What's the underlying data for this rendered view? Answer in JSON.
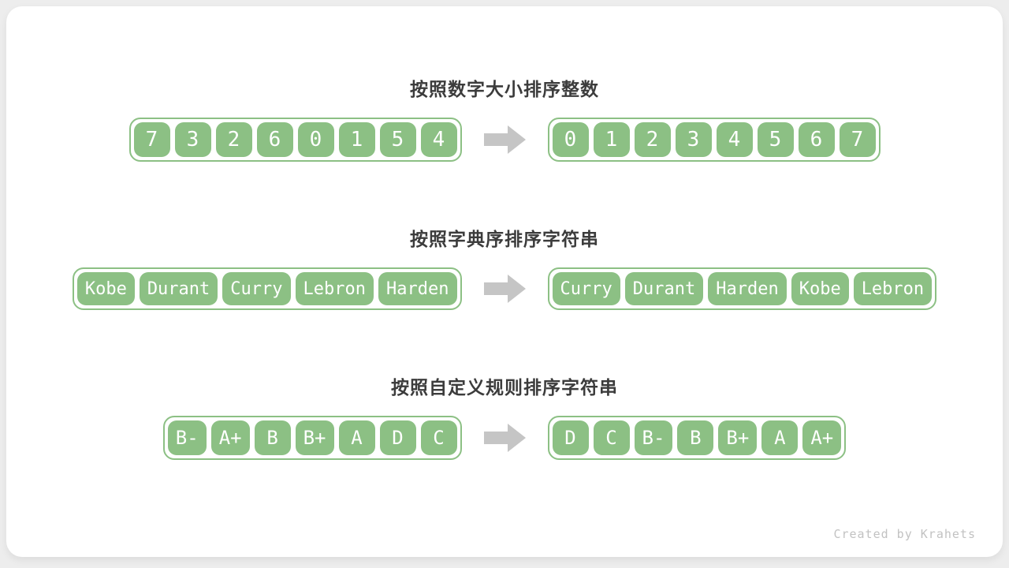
{
  "page": {
    "watermark": "Created by Krahets"
  },
  "colors": {
    "cell_green": "#8cc084",
    "arrow_gray": "#c5c5c5",
    "title_color": "#3c3c3c",
    "watermark_color": "#c2c2c2",
    "page_bg": "#ededed",
    "card_bg": "#ffffff"
  },
  "sections": [
    {
      "title": "按照数字大小排序整数",
      "before": [
        "7",
        "3",
        "2",
        "6",
        "0",
        "1",
        "5",
        "4"
      ],
      "after": [
        "0",
        "1",
        "2",
        "3",
        "4",
        "5",
        "6",
        "7"
      ]
    },
    {
      "title": "按照字典序排序字符串",
      "before": [
        "Kobe",
        "Durant",
        "Curry",
        "Lebron",
        "Harden"
      ],
      "after": [
        "Curry",
        "Durant",
        "Harden",
        "Kobe",
        "Lebron"
      ]
    },
    {
      "title": "按照自定义规则排序字符串",
      "before": [
        "B-",
        "A+",
        "B",
        "B+",
        "A",
        "D",
        "C"
      ],
      "after": [
        "D",
        "C",
        "B-",
        "B",
        "B+",
        "A",
        "A+"
      ]
    }
  ]
}
